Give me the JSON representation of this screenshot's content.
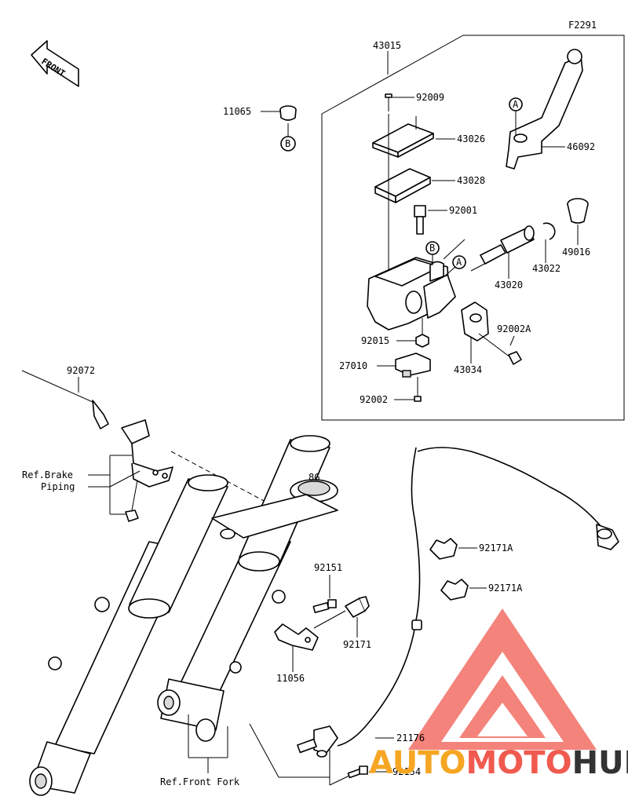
{
  "figure_code": "F2291",
  "front_marker": "FRONT",
  "callout_letters": {
    "a": "A",
    "b": "B"
  },
  "parts": {
    "p43015": "43015",
    "p92009": "92009",
    "p43026": "43026",
    "p43028": "43028",
    "p92001": "92001",
    "p46092": "46092",
    "p49016": "49016",
    "p43022": "43022",
    "p43020": "43020",
    "p11065": "11065",
    "p92015": "92015",
    "p92002A": "92002A",
    "p27010": "27010",
    "p43034": "43034",
    "p92002": "92002",
    "p92072": "92072",
    "p92171A_1": "92171A",
    "p92171A_2": "92171A",
    "p92151": "92151",
    "p92171": "92171",
    "p11056": "11056",
    "p21176": "21176",
    "p92154": "92154"
  },
  "references": {
    "brake_piping_line1": "Ref.Brake",
    "brake_piping_line2": "Piping",
    "front_fork": "Ref.Front Fork"
  },
  "fork_stamp": "8G",
  "watermark": {
    "part1": "AUTO",
    "part2": "MOTO",
    "part3": "HUB",
    "color_red": "#f05a4f",
    "color_orange": "#f6a623",
    "color_dark": "#333333"
  }
}
